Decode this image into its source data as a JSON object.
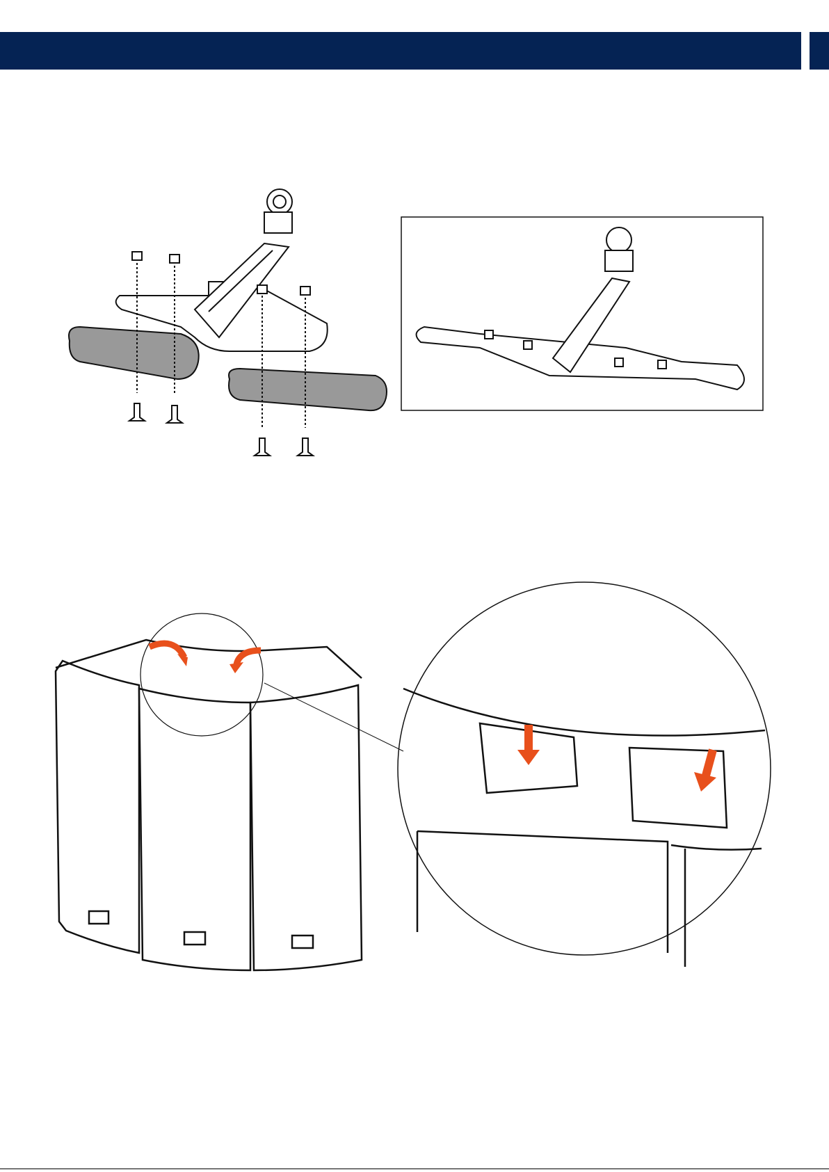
{
  "header": {
    "color": "#052354"
  },
  "figures": {
    "bracket_exploded": {
      "icon": "bracket-assembly-exploded"
    },
    "bracket_assembled": {
      "icon": "bracket-assembly-assembled"
    },
    "speaker_array": {
      "icon": "speaker-array-top-view"
    },
    "detail_zoom": {
      "icon": "rigging-pin-detail"
    }
  },
  "accent_color": "#e8501c"
}
